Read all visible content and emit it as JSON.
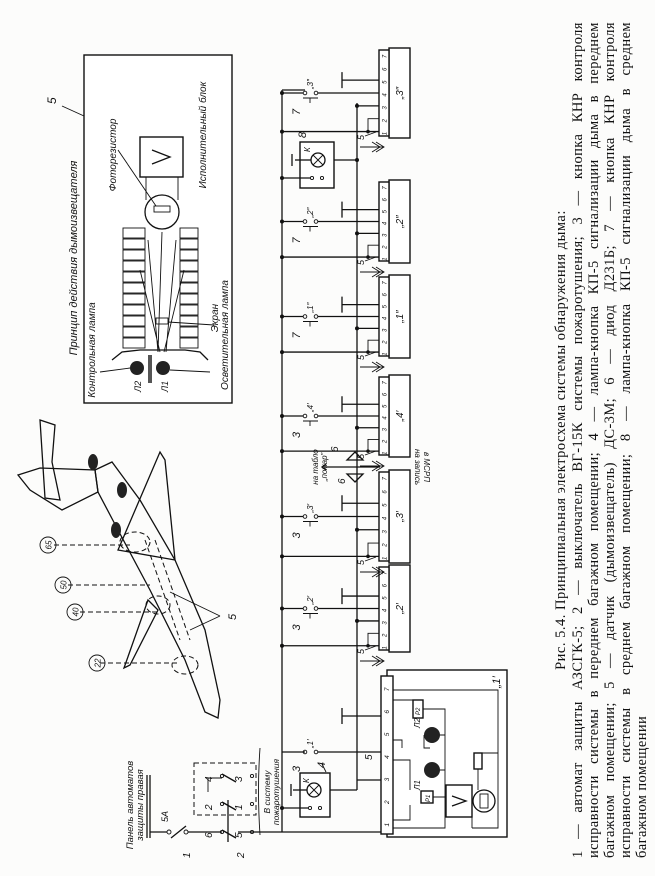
{
  "figure": {
    "caption_title": "Рис. 5.4. Принципиальная электросхема системы обнаружения дыма:",
    "caption_lines": [
      "1 — автомат защиты АЗСГК-5; 2 — выключатель ВГ-15К системы пожаротушения; 3 — кнопка КНР контроля",
      "исправности системы в переднем багажном помещении; 4 — лампа-кнопка КП-5 сигнализации дыма в переднем",
      "багажном помещении; 5 — датчик (дымоизвещатель) ДС-3М; 6 — диод Д231Б; 7 — кнопка КНР контроля",
      "исправности системы в среднем багажном помещении; 8 — лампа-кнопка КП-5 сигнализации дыма в среднем",
      "багажном помещении"
    ]
  },
  "detector": {
    "number": "5",
    "title": "Принцип действия дымоизвещателя",
    "control_lamp": "Контрольная лампа",
    "light_lamp": "Осветительная лампа",
    "screen": "Экран",
    "photoresistor": "Фоторезистор",
    "actuator": "Исполнительный блок",
    "l1": "Л1",
    "l2": "Л2"
  },
  "aircraft": {
    "callouts": [
      "22",
      "40",
      "50",
      "65"
    ],
    "sensor_label": "5"
  },
  "schematic": {
    "panel_label_1": "Панель автоматов",
    "panel_label_2": "защиты правая",
    "breaker_rating": "5А",
    "breaker_num": "1",
    "switch_num": "2",
    "switch_contacts": [
      "6",
      "2",
      "4",
      "5",
      "1",
      "3"
    ],
    "to_fire_system_1": "В систему",
    "to_fire_system_2": "пожаротушения",
    "to_fire_panel_1": "на табло",
    "to_fire_panel_2": "„пожар”",
    "to_recorder_1": "на запись",
    "to_recorder_2": "в МСРП",
    "diode_label": "6",
    "sensor_num": "5",
    "lamp_front": "4",
    "lamp_middle": "8",
    "lamp_letter": "К",
    "relay_1": "Р1",
    "relay_2": "Р2",
    "lamp_l1": "Л1",
    "lamp_l2": "Л2",
    "terminal_numbers": [
      "1",
      "2",
      "3",
      "4",
      "5",
      "6",
      "7"
    ],
    "sensors": [
      {
        "label": "„1′",
        "button": "3"
      },
      {
        "label": "„2′",
        "button": "3"
      },
      {
        "label": "„3′",
        "button": "3"
      },
      {
        "label": "„4′",
        "button": "3"
      },
      {
        "label": "„1″",
        "button": "7"
      },
      {
        "label": "„2″",
        "button": "7"
      },
      {
        "label": "„3″",
        "button": "7"
      }
    ]
  }
}
